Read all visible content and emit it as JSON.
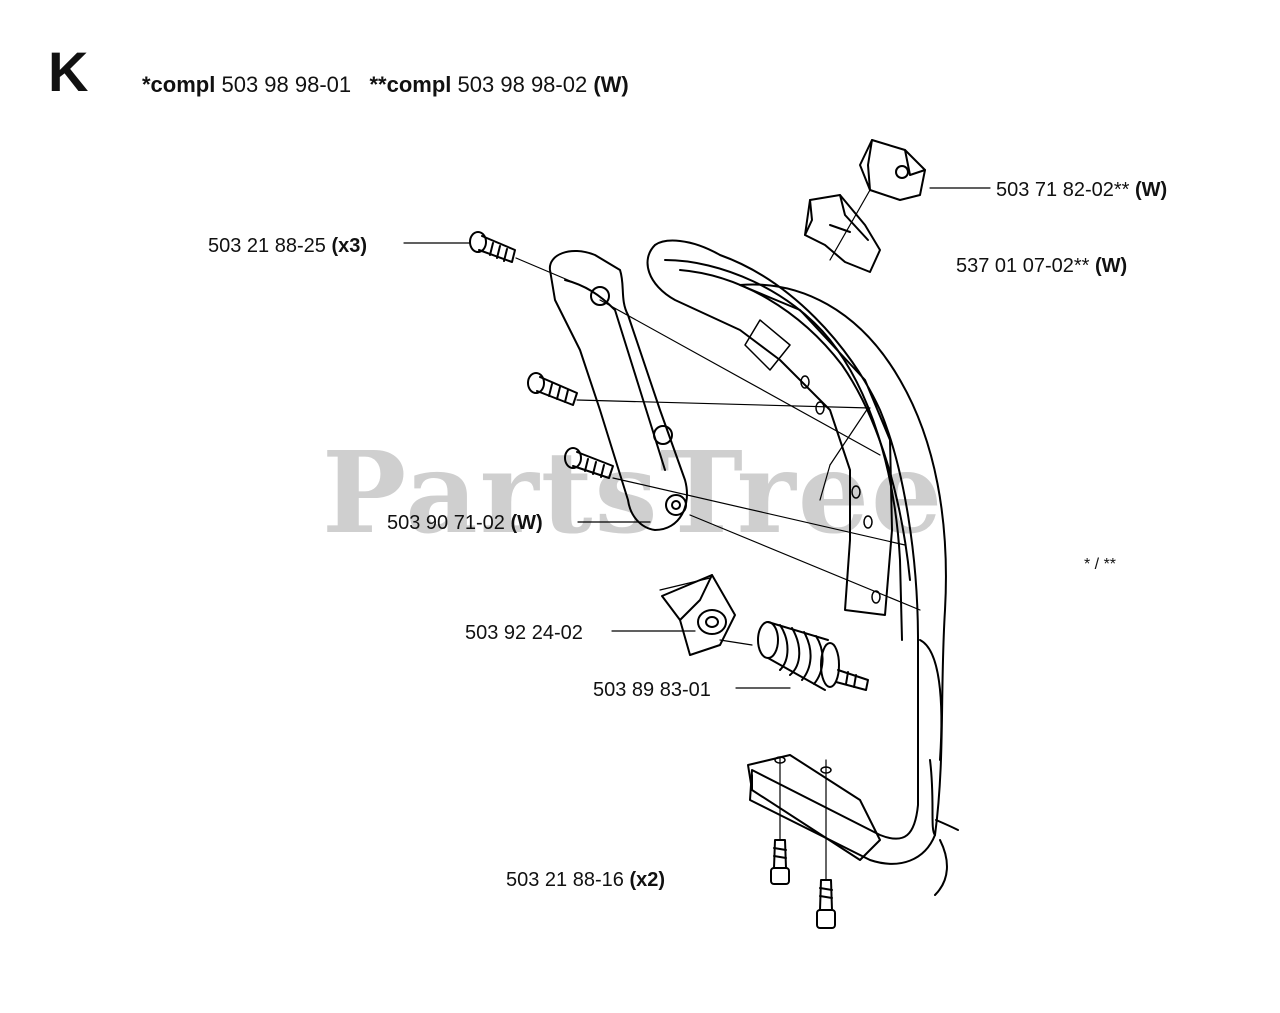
{
  "section": "K",
  "header": {
    "compl1_prefix": "*compl",
    "compl1_number": "503 98 98-01",
    "compl2_prefix": "**compl",
    "compl2_number": "503 98 98-02",
    "compl2_suffix": "(W)"
  },
  "watermark": "PartsTree",
  "parts": [
    {
      "number": "503 71 82-02**",
      "qualifier": "(W)"
    },
    {
      "number": "537 01 07-02**",
      "qualifier": "(W)"
    },
    {
      "number": "503 21 88-25",
      "qualifier": "(x3)"
    },
    {
      "number": "503 90 71-02",
      "qualifier": "(W)"
    },
    {
      "number": "503 92 24-02",
      "qualifier": ""
    },
    {
      "number": "503 89 83-01",
      "qualifier": ""
    },
    {
      "number": "503 21 88-16",
      "qualifier": "(x2)"
    }
  ],
  "legend": "* / **"
}
